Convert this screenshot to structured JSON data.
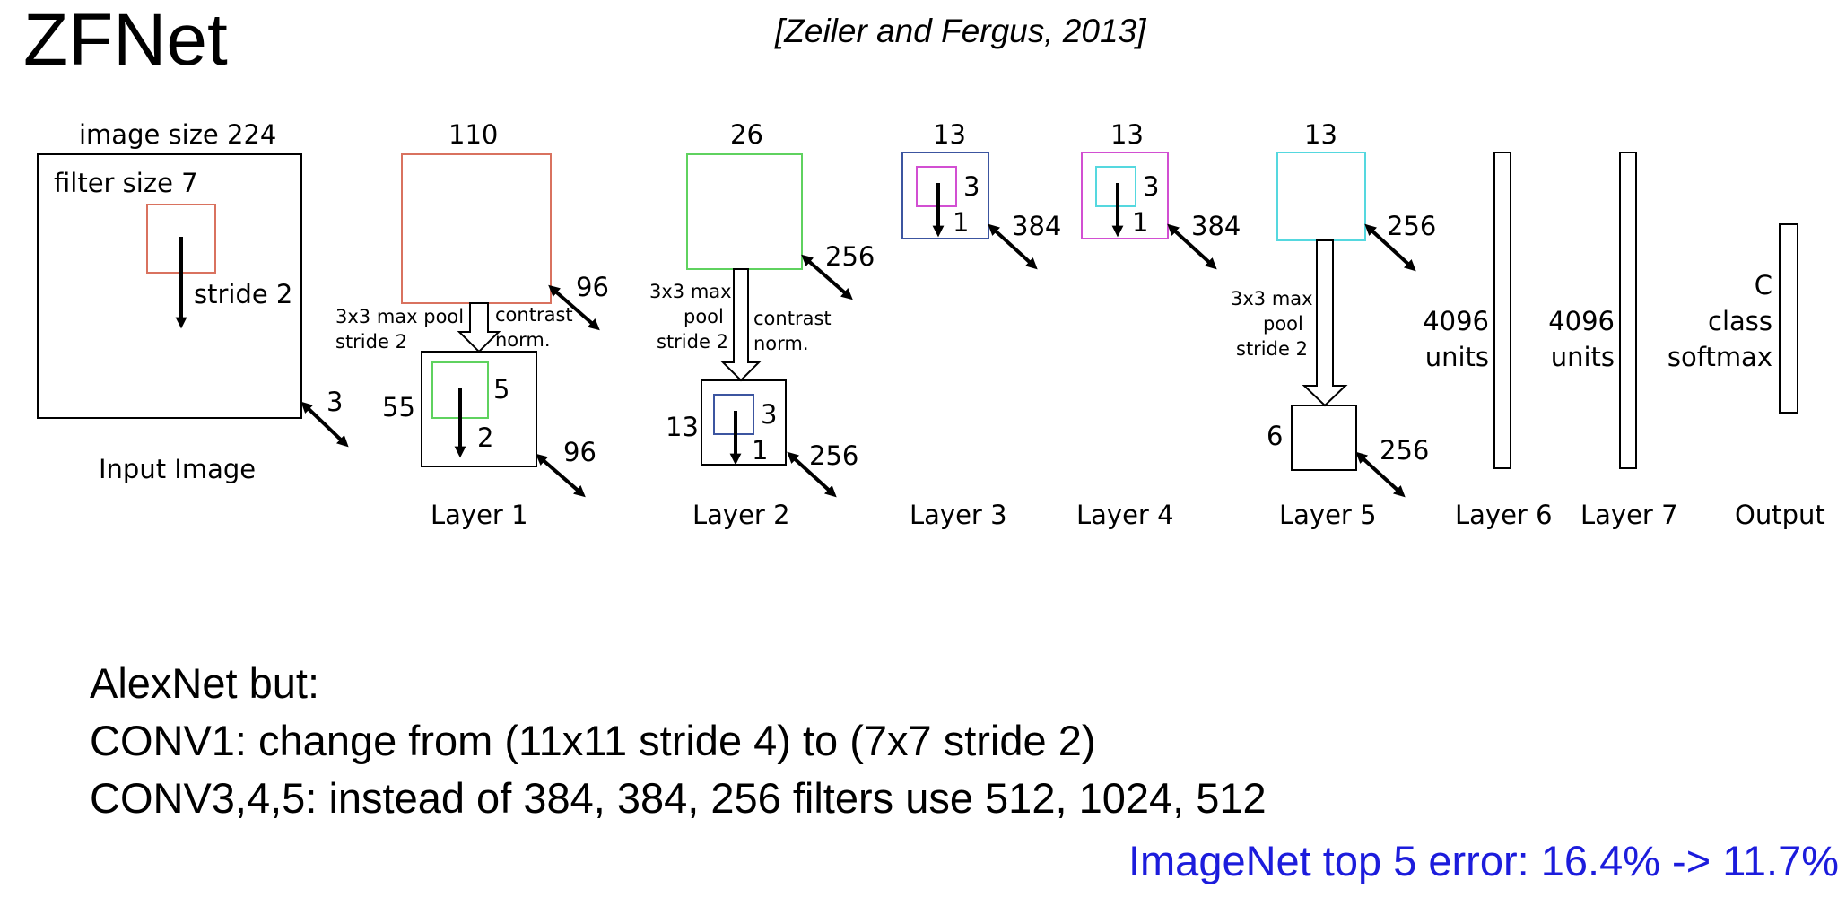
{
  "slide": {
    "title": "ZFNet",
    "citation": "[Zeiler and Fergus, 2013]"
  },
  "diagram": {
    "colors": {
      "layer1_filter": "#d9725f",
      "green": "#5fd25f",
      "blue": "#3c55a0",
      "magenta": "#d24fd2",
      "cyan": "#55d8df",
      "outline": "#000000"
    },
    "input": {
      "size_label": "image size 224",
      "filter_label": "filter size 7",
      "stride_label": "stride 2",
      "depth": "3",
      "caption": "Input Image"
    },
    "layer1": {
      "size": "110",
      "depth": "96",
      "pool_label": [
        "3x3 max pool",
        "stride 2"
      ],
      "norm_label": [
        "contrast",
        "norm."
      ],
      "pooled_size": "55",
      "filter_size": "5",
      "stride": "2",
      "pooled_depth": "96",
      "caption": "Layer 1"
    },
    "layer2": {
      "size": "26",
      "depth": "256",
      "pool_label": [
        "3x3 max",
        "pool",
        "stride 2"
      ],
      "norm_label": [
        "contrast",
        "norm."
      ],
      "pooled_size": "13",
      "filter_size": "3",
      "stride": "1",
      "pooled_depth": "256",
      "caption": "Layer 2"
    },
    "layer3": {
      "size": "13",
      "filter_size": "3",
      "stride": "1",
      "depth": "384",
      "caption": "Layer 3"
    },
    "layer4": {
      "size": "13",
      "filter_size": "3",
      "stride": "1",
      "depth": "384",
      "caption": "Layer 4"
    },
    "layer5": {
      "size": "13",
      "depth": "256",
      "pool_label": [
        "3x3 max",
        "pool",
        "stride 2"
      ],
      "pooled_size": "6",
      "pooled_depth": "256",
      "caption": "Layer 5"
    },
    "layer6": {
      "label": [
        "4096",
        "units"
      ],
      "caption": "Layer 6"
    },
    "layer7": {
      "label": [
        "4096",
        "units"
      ],
      "caption": "Layer 7"
    },
    "output": {
      "label": [
        "C",
        "class",
        "softmax"
      ],
      "caption": "Output"
    }
  },
  "notes": [
    "AlexNet but:",
    "CONV1: change from (11x11 stride 4) to (7x7 stride 2)",
    "CONV3,4,5: instead of 384, 384, 256 filters use 512, 1024, 512"
  ],
  "result": "ImageNet top 5 error: 16.4% -> 11.7%"
}
